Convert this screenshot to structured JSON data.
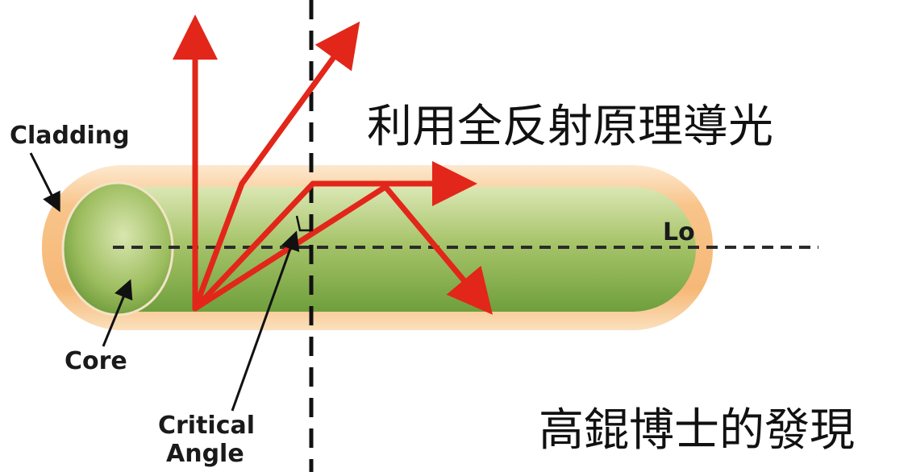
{
  "labels": {
    "cladding": "Cladding",
    "core": "Core",
    "critical_line1": "Critical",
    "critical_line2": "Angle",
    "partial_label": "Lo"
  },
  "captions": {
    "title_cjk": "利用全反射原理導光",
    "subtitle_cjk": "高錕博士的發現"
  },
  "colors": {
    "ray": "#e2261a",
    "cladding_outer": "#f6b877",
    "core_light": "#c9dc9a",
    "core_dark": "#6f9f3c",
    "dashed_line": "#222222"
  },
  "icons": {
    "pointer": "arrow-icon",
    "angle_marker": "right-angle-icon"
  }
}
